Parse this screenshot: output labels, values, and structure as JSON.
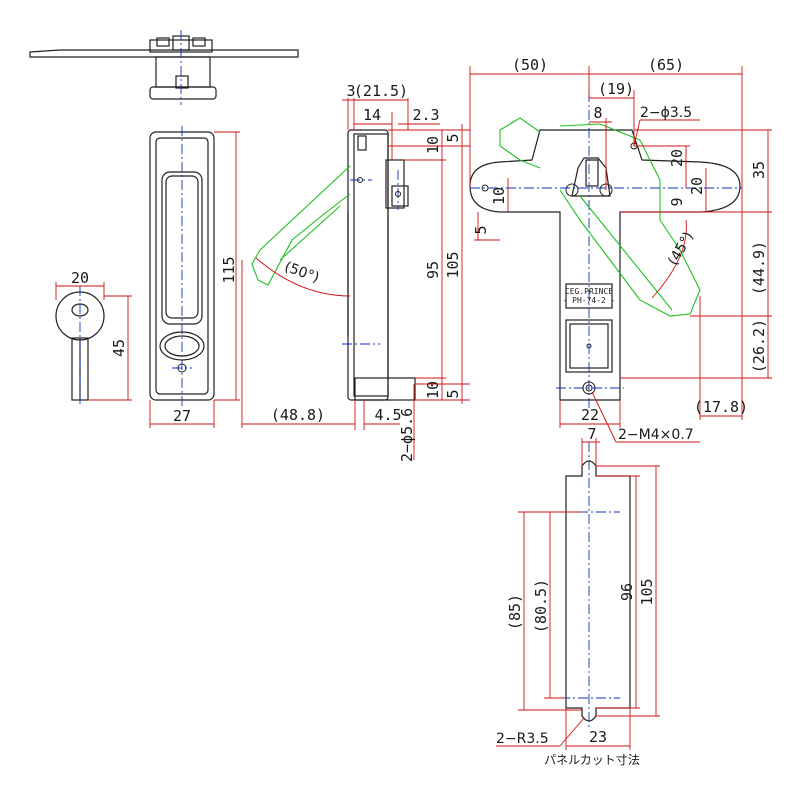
{
  "labels": {
    "top_50": "(50)",
    "top_65": "(65)",
    "top_19": "(19)",
    "top_8": "8",
    "holes_2_35": "2−ϕ3.5",
    "side_3": "3",
    "side_21_5": "(21.5)",
    "side_14": "14",
    "side_2_3": "2.3",
    "side_10_top": "10",
    "side_5_top": "5",
    "side_95": "95",
    "side_105": "105",
    "side_10_bot": "10",
    "side_5_bot": "5",
    "side_48_8": "(48.8)",
    "side_4_5": "4.5",
    "side_hole_56": "2−ϕ5.6",
    "side_angle": "(50°)",
    "front_115": "115",
    "front_27": "27",
    "key_20": "20",
    "key_45": "45",
    "right_35": "35",
    "right_20a": "20",
    "right_20b": "20",
    "right_9": "9",
    "right_10": "10",
    "right_5": "5",
    "right_angle": "(45°)",
    "right_44_9": "(44.9)",
    "right_26_2": "(26.2)",
    "right_17_8": "(17.8)",
    "right_22": "22",
    "right_m4": "2−M4×0.7",
    "plate_line1": "CEG.PRINCE",
    "plate_line2": "- PH-74-2 -",
    "cut_7": "7",
    "cut_85": "(85)",
    "cut_80_5": "(80.5)",
    "cut_96": "96",
    "cut_105": "105",
    "cut_r35": "2−R3.5",
    "cut_23": "23",
    "cut_caption": "パネルカット寸法"
  },
  "colors": {
    "dimension": "#d01010",
    "centerline": "#1030c0",
    "swing_arc": "#20c020",
    "outline": "#202020"
  }
}
